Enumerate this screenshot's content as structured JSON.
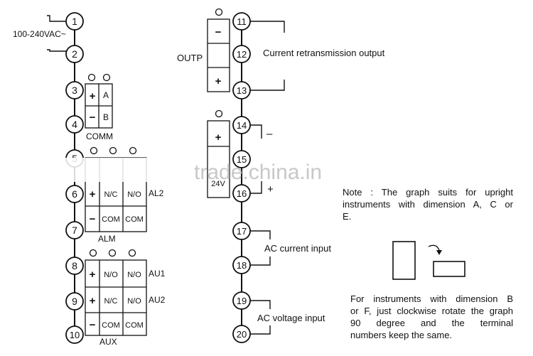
{
  "terminals": [
    "1",
    "2",
    "3",
    "4",
    "5",
    "6",
    "7",
    "8",
    "9",
    "10",
    "11",
    "12",
    "13",
    "14",
    "15",
    "16",
    "17",
    "18",
    "19",
    "20"
  ],
  "labels": {
    "power": "100-240VAC~",
    "outp": "OUTP",
    "current_retransmission": "Current retransmission output",
    "comm": "COMM",
    "alm": "ALM",
    "aux": "AUX",
    "v24": "24V",
    "ac_current": "AC current input",
    "ac_voltage": "AC voltage input",
    "al2": "AL2",
    "au1": "AU1",
    "au2": "AU2",
    "a": "A",
    "b": "B",
    "nc": "N/C",
    "no": "N/O",
    "com": "COM",
    "plus": "+",
    "minus": "−",
    "dash": "–"
  },
  "notes": {
    "note_lines": [
      "Note : The graph suits for upright",
      "instruments with dimension A, C or",
      "E."
    ],
    "rotate_lines": [
      "For instruments with dimension B",
      "or F, just clockwise rotate the graph",
      "90 degree and the terminal",
      "numbers keep the same."
    ]
  },
  "watermark": "trade.china.in"
}
